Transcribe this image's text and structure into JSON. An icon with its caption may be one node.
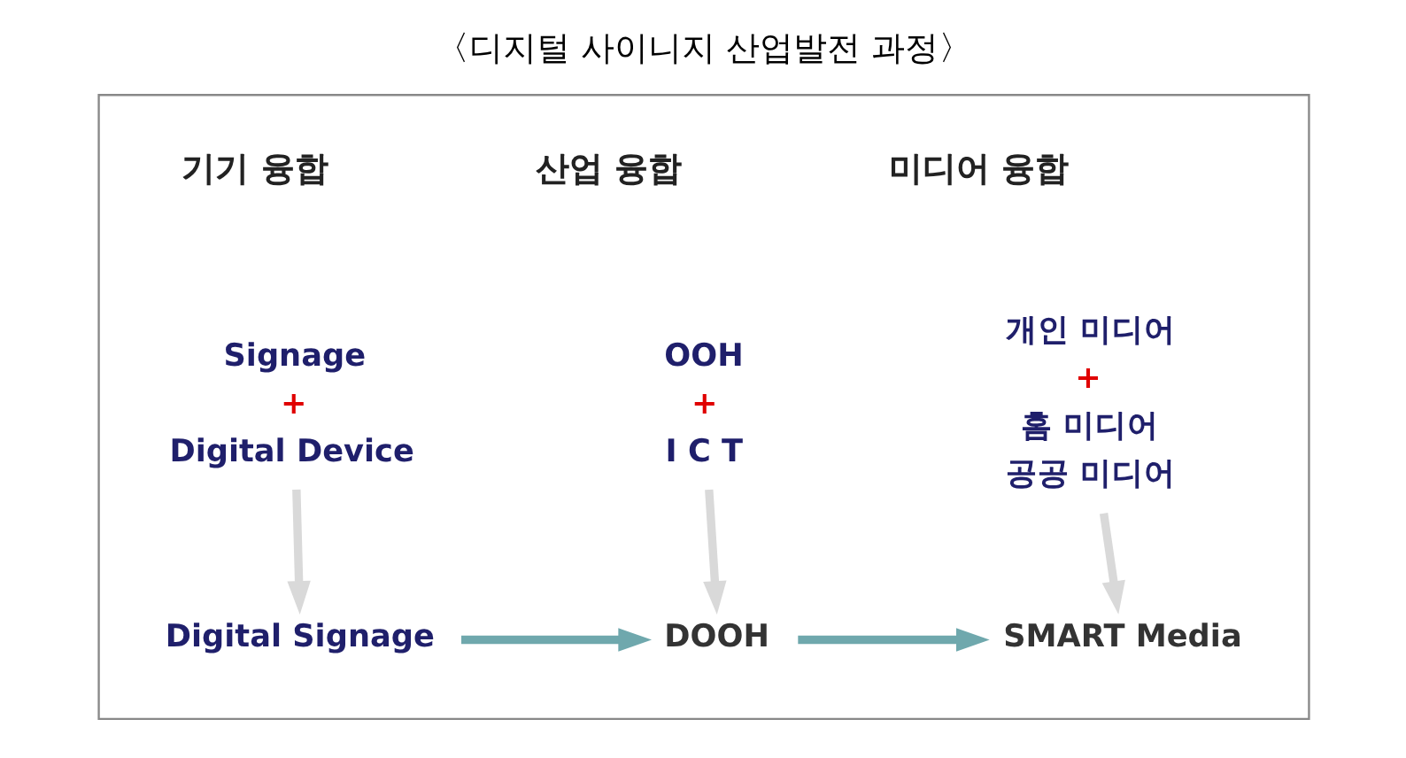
{
  "diagram": {
    "title": "〈디지털 사이니지 산업발전 과정〉",
    "nodes": [
      {
        "text": [],
        "shape": "box"
      },
      {
        "text": [
          "Signage",
          "+",
          "Digital Device"
        ],
        "in": 0
      },
      {
        "text": [
          "OOH",
          "+",
          "I C T"
        ],
        "in": 0
      },
      {
        "text": [
          "개인 미디어",
          "+",
          "홈 미디어",
          "공공 미디어"
        ],
        "in": 0
      },
      {
        "text": [
          "Digital Signage"
        ],
        "in": 0
      },
      {
        "text": [
          "DOOH"
        ],
        "in": 0
      },
      {
        "text": [
          "SMART Media"
        ],
        "in": 0
      }
    ],
    "edges": [
      {
        "from": 1,
        "to": 4,
        "arrow": "to",
        "color": "#d9d9d9"
      },
      {
        "from": 2,
        "to": 5,
        "arrow": "to",
        "color": "#d9d9d9"
      },
      {
        "from": 3,
        "to": 6,
        "arrow": "to",
        "color": "#d9d9d9"
      },
      {
        "from": 4,
        "to": 5,
        "arrow": "to",
        "color": "#6fa8ad"
      },
      {
        "from": 5,
        "to": 6,
        "arrow": "to",
        "color": "#6fa8ad"
      }
    ],
    "labels": [
      "기기 융합",
      "산업 융합",
      "미디어 융합"
    ]
  }
}
